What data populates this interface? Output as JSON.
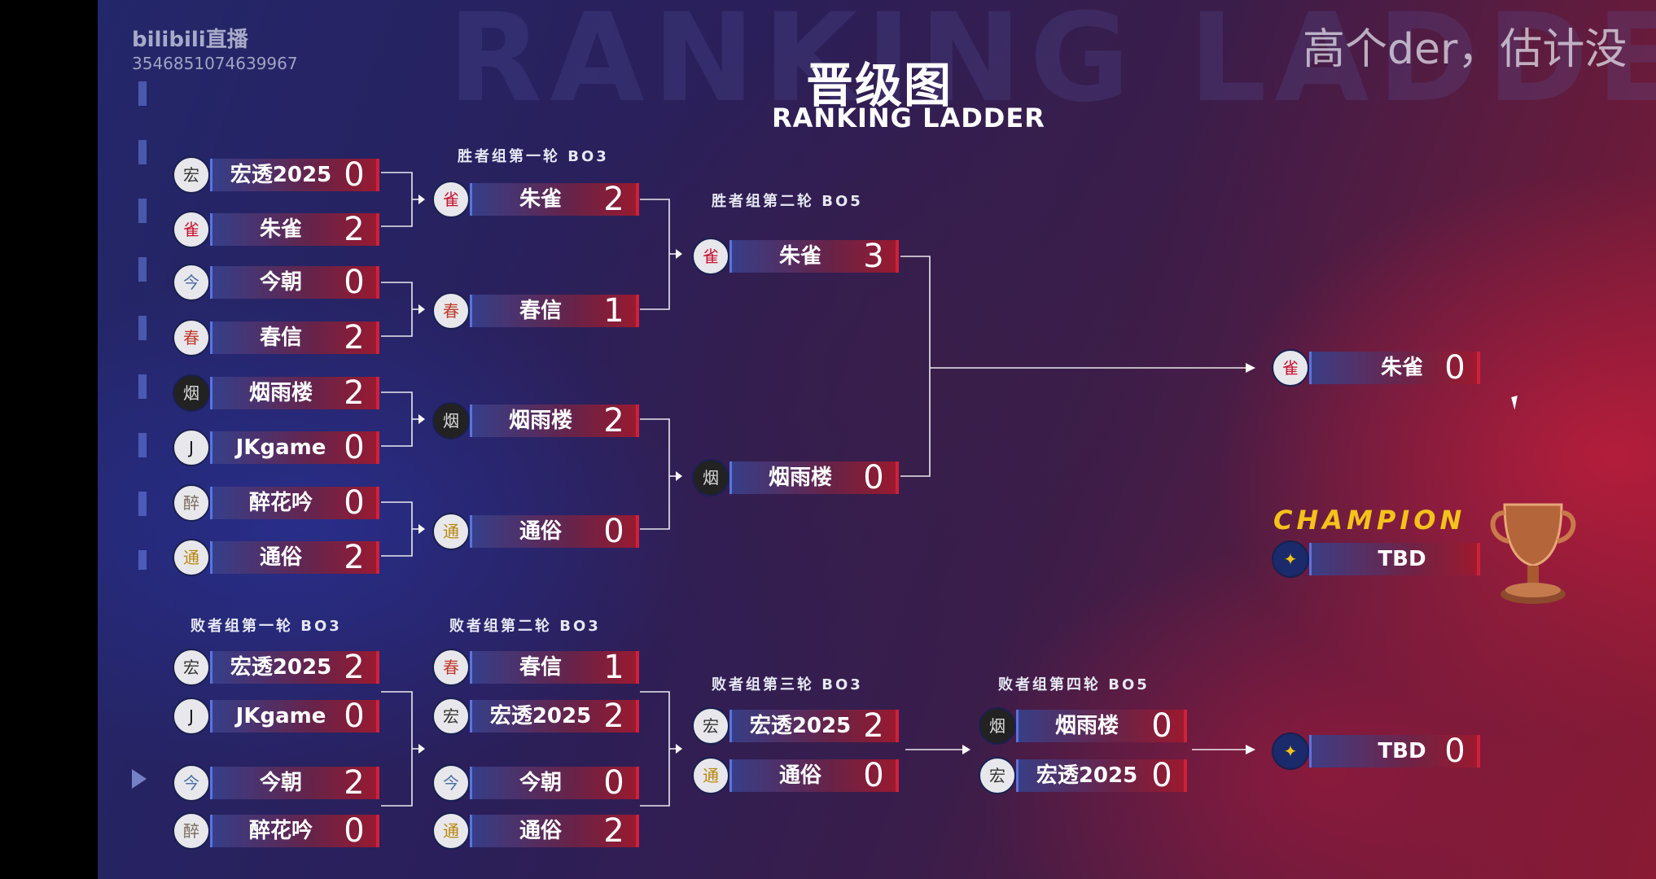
{
  "watermark": {
    "logo": "bilibili直播",
    "id": "3546851074639967"
  },
  "danmaku": "高个der，估计没",
  "title": {
    "cn": "晋级图",
    "en": "RANKING LADDER",
    "bg": "RANKING LADDER"
  },
  "rounds": {
    "w1": "胜者组第一轮  BO3",
    "w2": "胜者组第二轮  BO5",
    "l1": "败者组第一轮  BO3",
    "l2": "败者组第二轮  BO3",
    "l3": "败者组第三轮  BO3",
    "l4": "败者组第四轮  BO5"
  },
  "champion_label": "CHAMPION",
  "slots": {
    "r1_1": {
      "name": "宏透2025",
      "score": "0",
      "icon": "hongtou-logo"
    },
    "r1_2": {
      "name": "朱雀",
      "score": "2",
      "icon": "zhuque-logo"
    },
    "r1_3": {
      "name": "今朝",
      "score": "0",
      "icon": "jinzhao-logo"
    },
    "r1_4": {
      "name": "春信",
      "score": "2",
      "icon": "chunxin-logo"
    },
    "r1_5": {
      "name": "烟雨楼",
      "score": "2",
      "icon": "yanyulou-logo"
    },
    "r1_6": {
      "name": "JKgame",
      "score": "0",
      "icon": "jkgame-logo"
    },
    "r1_7": {
      "name": "醉花吟",
      "score": "0",
      "icon": "zuihuayin-logo"
    },
    "r1_8": {
      "name": "通俗",
      "score": "2",
      "icon": "tongsu-logo"
    },
    "w1_1": {
      "name": "朱雀",
      "score": "2",
      "icon": "zhuque-logo"
    },
    "w1_2": {
      "name": "春信",
      "score": "1",
      "icon": "chunxin-logo"
    },
    "w1_3": {
      "name": "烟雨楼",
      "score": "2",
      "icon": "yanyulou-logo"
    },
    "w1_4": {
      "name": "通俗",
      "score": "0",
      "icon": "tongsu-logo"
    },
    "w2_1": {
      "name": "朱雀",
      "score": "3",
      "icon": "zhuque-logo"
    },
    "w2_2": {
      "name": "烟雨楼",
      "score": "0",
      "icon": "yanyulou-logo"
    },
    "final_top": {
      "name": "朱雀",
      "score": "0",
      "icon": "zhuque-logo"
    },
    "champion": {
      "name": "TBD",
      "icon": "tbd-logo"
    },
    "l1_1": {
      "name": "宏透2025",
      "score": "2",
      "icon": "hongtou-logo"
    },
    "l1_2": {
      "name": "JKgame",
      "score": "0",
      "icon": "jkgame-logo"
    },
    "l1_3": {
      "name": "今朝",
      "score": "2",
      "icon": "jinzhao-logo"
    },
    "l1_4": {
      "name": "醉花吟",
      "score": "0",
      "icon": "zuihuayin-logo"
    },
    "l2_1": {
      "name": "春信",
      "score": "1",
      "icon": "chunxin-logo"
    },
    "l2_2": {
      "name": "宏透2025",
      "score": "2",
      "icon": "hongtou-logo"
    },
    "l2_3": {
      "name": "今朝",
      "score": "0",
      "icon": "jinzhao-logo"
    },
    "l2_4": {
      "name": "通俗",
      "score": "2",
      "icon": "tongsu-logo"
    },
    "l3_1": {
      "name": "宏透2025",
      "score": "2",
      "icon": "hongtou-logo"
    },
    "l3_2": {
      "name": "通俗",
      "score": "0",
      "icon": "tongsu-logo"
    },
    "l4_1": {
      "name": "烟雨楼",
      "score": "0",
      "icon": "yanyulou-logo"
    },
    "l4_2": {
      "name": "宏透2025",
      "score": "0",
      "icon": "hongtou-logo"
    },
    "final_bottom": {
      "name": "TBD",
      "score": "0",
      "icon": "tbd-logo"
    }
  },
  "colors": {
    "accent_gold": "#f4c21a",
    "score_red": "#d0203a",
    "bar_blue": "#5a73e0"
  }
}
